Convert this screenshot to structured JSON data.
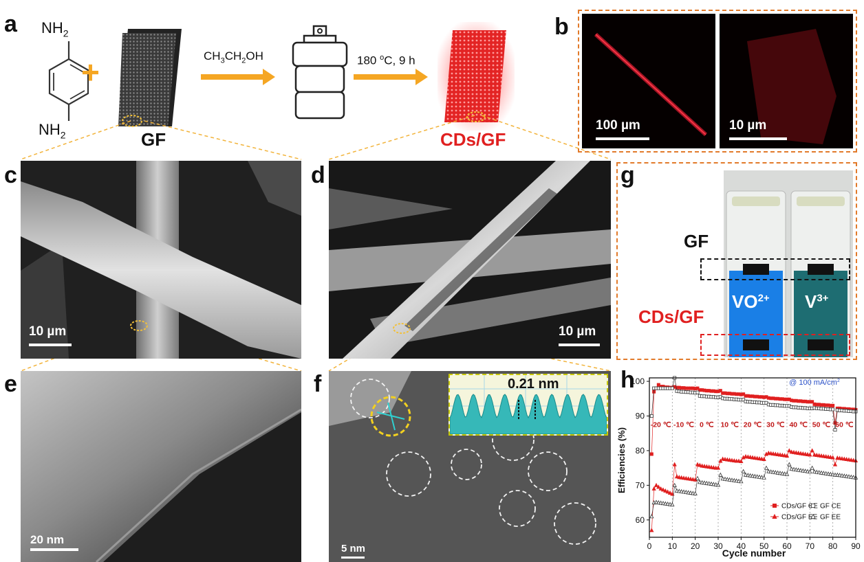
{
  "panels": {
    "a": "a",
    "b": "b",
    "c": "c",
    "d": "d",
    "e": "e",
    "f": "f",
    "g": "g",
    "h": "h"
  },
  "scheme": {
    "amine_top": "NH",
    "amine_bottom": "NH",
    "sub2": "2",
    "plus": "+",
    "gf_label": "GF",
    "solvent_parts": [
      "CH",
      "3",
      "CH",
      "2",
      "OH"
    ],
    "condition": "180",
    "condition_unit": "o",
    "condition_rest": "C, 9 h",
    "product_label": "CDs/GF"
  },
  "scale_bars": {
    "b_left": "100 µm",
    "b_right": "10 µm",
    "c": "10 µm",
    "d": "10 µm",
    "e": "20 nm",
    "f": "5 nm",
    "f_inset": "0.21 nm"
  },
  "photo_g": {
    "gf_label": "GF",
    "cds_label": "CDs/GF",
    "vial_left": "VO",
    "vial_left_sup": "2+",
    "vial_right": "V",
    "vial_right_sup": "3+",
    "colors": {
      "vo2": "#1a7fe6",
      "v3": "#1e6d72",
      "cds_label": "#e02020"
    }
  },
  "chart_data": {
    "type": "scatter",
    "annotation": "@ 100 mA/cm",
    "annotation_sup": "2",
    "xlabel": "Cycle number",
    "ylabel": "Efficiencies (%)",
    "xlim": [
      0,
      90
    ],
    "ylim": [
      55,
      101
    ],
    "x_ticks": [
      "0",
      "10",
      "20",
      "30",
      "40",
      "50",
      "60",
      "70",
      "80",
      "90"
    ],
    "y_ticks": [
      "60",
      "70",
      "80",
      "90",
      "100"
    ],
    "temperatures": [
      "-20 ℃",
      "-10 ℃",
      "0 ℃",
      "10 ℃",
      "20 ℃",
      "30 ℃",
      "40 ℃",
      "50 ℃",
      "60 ℃"
    ],
    "legend": [
      "CDs/GF CE",
      "GF CE",
      "CDs/GF EE",
      "GF EE"
    ],
    "colors": {
      "cds": "#e02020",
      "gf": "#333333"
    },
    "series": [
      {
        "name": "CDs/GF CE",
        "values": [
          79,
          97,
          98,
          99,
          98.5,
          98.5,
          98.3,
          98.3,
          98.2,
          98.2,
          98.4,
          98.2,
          98.2,
          98.1,
          98.1,
          98,
          98,
          98,
          98,
          97.9,
          98,
          97.5,
          97.5,
          97.4,
          97.3,
          97.3,
          97.2,
          97.2,
          97.1,
          97.1,
          97.3,
          96.6,
          96.6,
          96.5,
          96.5,
          96.4,
          96.4,
          96.3,
          96.3,
          96.2,
          96.3,
          95.8,
          95.8,
          95.7,
          95.7,
          95.6,
          95.6,
          95.5,
          95.5,
          95.4,
          95.5,
          95.2,
          95.1,
          95.1,
          95,
          95,
          94.9,
          94.9,
          94.8,
          94.8,
          94.8,
          94.5,
          94.4,
          94.4,
          94.3,
          94.3,
          94.2,
          94.2,
          94.1,
          94.1,
          94.1,
          93.4,
          93.3,
          93.3,
          93.2,
          93.2,
          93.1,
          93.1,
          93,
          93,
          88,
          92.2,
          92.2,
          92.1,
          92.1,
          92,
          92,
          91.9,
          91.9,
          91.8
        ]
      },
      {
        "name": "GF CE",
        "values": [
          90,
          98,
          98,
          98,
          98,
          98,
          98,
          98,
          98,
          98,
          101,
          97.2,
          97.1,
          97,
          97,
          96.9,
          96.9,
          96.8,
          96.8,
          96.7,
          96.8,
          95.8,
          95.7,
          95.7,
          95.6,
          95.6,
          95.5,
          95.5,
          95.4,
          95.4,
          95.5,
          95.1,
          95,
          95,
          94.9,
          94.9,
          94.8,
          94.8,
          94.7,
          94.7,
          94.7,
          94.2,
          94.1,
          94.1,
          94,
          94,
          93.9,
          93.9,
          93.8,
          93.8,
          93.8,
          93.3,
          93.2,
          93.2,
          93.1,
          93.1,
          93,
          93,
          92.9,
          92.9,
          92.9,
          92.6,
          92.5,
          92.5,
          92.4,
          92.4,
          92.3,
          92.3,
          92.2,
          92.2,
          92.2,
          92.3,
          92.2,
          92.2,
          92.1,
          92.1,
          92,
          92,
          91.9,
          91.9,
          86,
          91.7,
          91.6,
          91.6,
          91.5,
          91.5,
          91.4,
          91.4,
          91.3,
          91.3
        ]
      },
      {
        "name": "CDs/GF EE",
        "values": [
          57,
          69,
          70,
          69.5,
          69,
          68.7,
          68.4,
          68.1,
          67.8,
          67.5,
          76,
          72.5,
          72.3,
          72.2,
          72.1,
          72,
          71.9,
          71.8,
          71.7,
          71.6,
          76,
          75.8,
          75.6,
          75.5,
          75.4,
          75.3,
          75.2,
          75.1,
          75,
          75,
          77,
          77.6,
          77.5,
          77.4,
          77.3,
          77.2,
          77.1,
          77,
          77,
          76.9,
          78,
          78.3,
          78.2,
          78.1,
          78,
          77.9,
          77.8,
          77.7,
          77.6,
          77.5,
          79,
          79.3,
          79.2,
          79.1,
          79,
          78.9,
          78.8,
          78.7,
          78.6,
          78.5,
          80,
          79.6,
          79.5,
          79.4,
          79.3,
          79.2,
          79.1,
          79,
          78.9,
          78.8,
          80,
          78.8,
          78.7,
          78.6,
          78.5,
          78.4,
          78.3,
          78.2,
          78.1,
          78,
          76,
          77.9,
          77.8,
          77.7,
          77.6,
          77.5,
          77.4,
          77.3,
          77.2,
          77.1
        ]
      },
      {
        "name": "GF EE",
        "values": [
          61,
          65,
          65.1,
          65,
          64.9,
          64.8,
          64.7,
          64.6,
          64.5,
          64.4,
          70,
          68.4,
          68.3,
          68.2,
          68.1,
          68,
          67.9,
          67.8,
          67.7,
          67.6,
          72,
          70.9,
          70.8,
          70.7,
          70.6,
          70.5,
          70.4,
          70.3,
          70.2,
          70.1,
          73,
          71.9,
          71.8,
          71.7,
          71.6,
          71.5,
          71.4,
          71.3,
          71.2,
          71.1,
          74,
          73,
          72.9,
          72.8,
          72.7,
          72.6,
          72.5,
          72.4,
          72.3,
          72.2,
          75,
          74,
          73.9,
          73.8,
          73.7,
          73.6,
          73.5,
          73.4,
          73.3,
          73.2,
          76,
          74.7,
          74.6,
          74.5,
          74.4,
          74.3,
          74.2,
          74.1,
          74,
          73.9,
          75,
          73.9,
          73.8,
          73.7,
          73.6,
          73.5,
          73.4,
          73.3,
          73.2,
          73.1,
          73,
          73,
          72.9,
          72.8,
          72.7,
          72.6,
          72.5,
          72.4,
          72.3,
          72.2
        ]
      }
    ]
  }
}
